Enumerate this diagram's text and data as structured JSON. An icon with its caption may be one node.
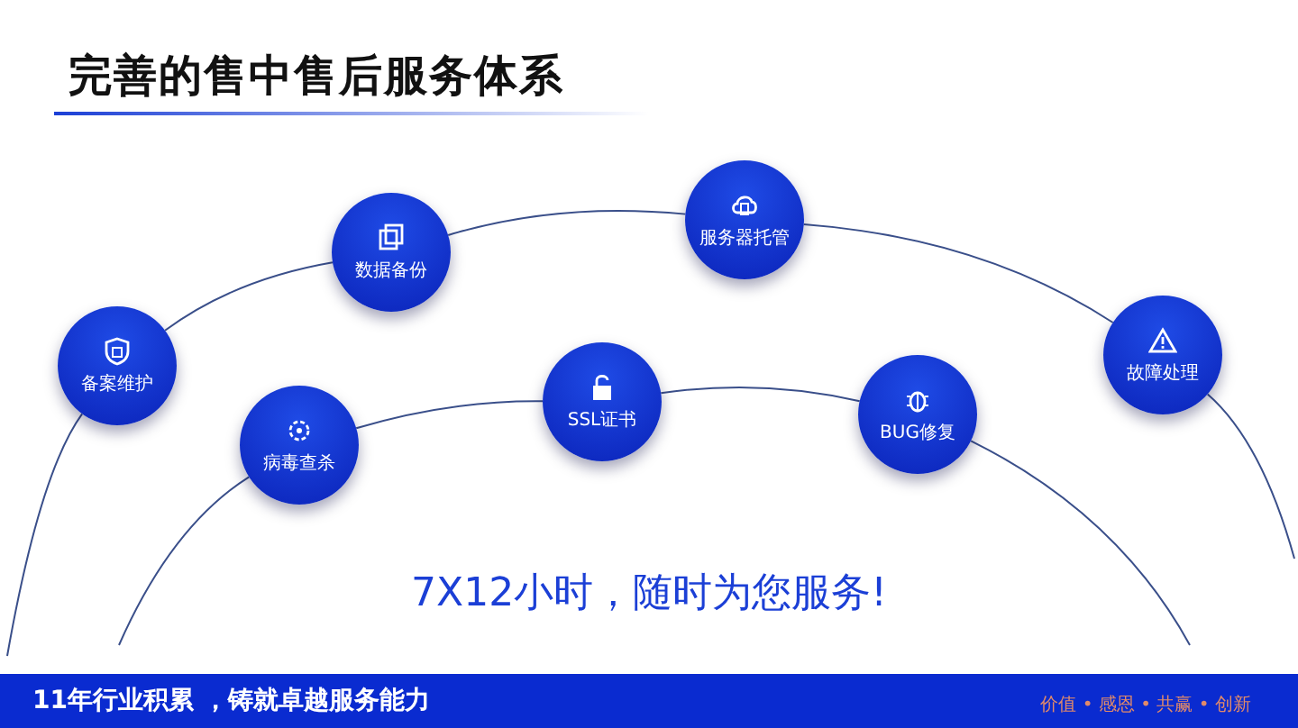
{
  "diagram": {
    "title": "完善的售中售后服务体系",
    "nodes": [
      {
        "text": [
          "备案维护"
        ]
      },
      {
        "text": [
          "数据备份"
        ]
      },
      {
        "text": [
          "服务器托管"
        ]
      },
      {
        "text": [
          "故障处理"
        ]
      },
      {
        "text": [
          "病毒查杀"
        ]
      },
      {
        "text": [
          "SSL证书"
        ]
      },
      {
        "text": [
          "BUG修复"
        ]
      }
    ],
    "edges": [
      {
        "from": null,
        "to": 0,
        "arrow": "none"
      },
      {
        "from": 0,
        "to": 1,
        "arrow": "none"
      },
      {
        "from": 1,
        "to": 2,
        "arrow": "none"
      },
      {
        "from": 2,
        "to": 3,
        "arrow": "none"
      },
      {
        "from": 3,
        "to": null,
        "arrow": "none"
      },
      {
        "from": null,
        "to": 4,
        "arrow": "none"
      },
      {
        "from": 4,
        "to": 5,
        "arrow": "none"
      },
      {
        "from": 5,
        "to": 6,
        "arrow": "none"
      },
      {
        "from": 6,
        "to": null,
        "arrow": "none"
      }
    ],
    "labels": [
      "7X12小时，随时为您服务!",
      "11年行业积累 ，铸就卓越服务能力",
      "价值 • 感恩 • 共赢 • 创新"
    ]
  }
}
